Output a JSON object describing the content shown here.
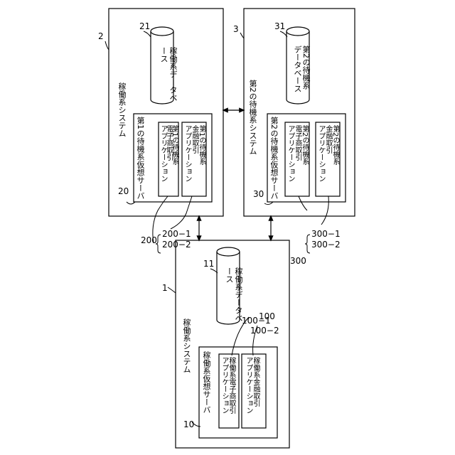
{
  "system_active": {
    "ref": "1",
    "title": "稼働系システム",
    "server": {
      "ref": "10",
      "label": "稼働系仮想サーバ"
    },
    "apps": [
      {
        "ref": "100−1",
        "lines": [
          "稼働系電子商取引",
          "アプリケーション"
        ]
      },
      {
        "ref": "100−2",
        "lines": [
          "稼働系金融取引",
          "アプリケーション"
        ]
      }
    ],
    "apps_group_ref": "100",
    "database": {
      "ref": "11",
      "label": "稼働系データベース"
    }
  },
  "system_standby_1": {
    "ref": "2",
    "title": "稼働系システム",
    "server": {
      "ref": "20",
      "label": "第1の待機系仮想サーバ"
    },
    "apps": [
      {
        "ref": "200−1",
        "lines": [
          "第1の待機系",
          "電子商取引",
          "アプリケーション"
        ]
      },
      {
        "ref": "200−2",
        "lines": [
          "第1の待機系",
          "金融取引",
          "アプリケーション"
        ]
      }
    ],
    "apps_group_ref": "200",
    "database": {
      "ref": "21",
      "label": "稼働系データベース"
    }
  },
  "system_standby_2": {
    "ref": "3",
    "title": "第2の待機系システム",
    "server": {
      "ref": "30",
      "label": "第2の待機系仮想サーバ"
    },
    "apps": [
      {
        "ref": "300−1",
        "lines": [
          "第2の待機系",
          "電子商取引",
          "アプリケーション"
        ]
      },
      {
        "ref": "300−2",
        "lines": [
          "第2の待機系",
          "金融取引",
          "アプリケーション"
        ]
      }
    ],
    "apps_group_ref": "300",
    "database": {
      "ref": "31",
      "lines": [
        "第2の待機系",
        "データベース"
      ]
    }
  }
}
